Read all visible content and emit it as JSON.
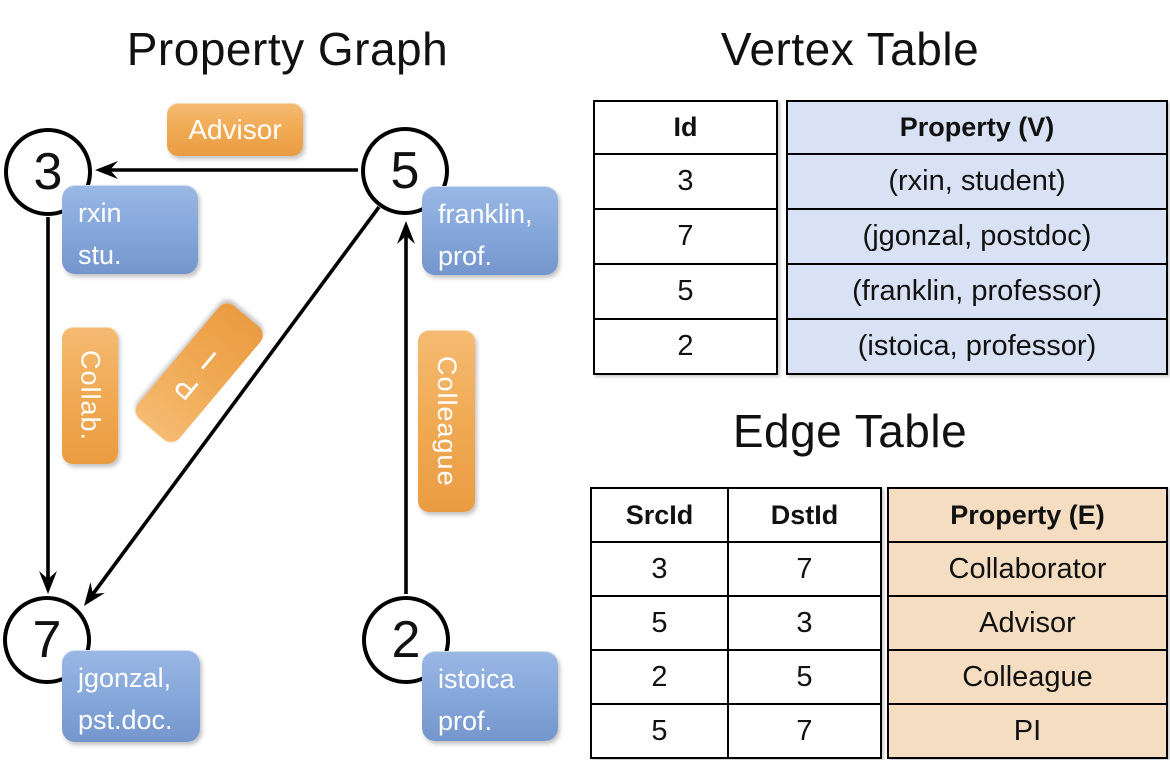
{
  "graph": {
    "title": "Property Graph",
    "nodes": [
      {
        "id": "3",
        "prop_line1": "rxin",
        "prop_line2": "stu."
      },
      {
        "id": "5",
        "prop_line1": "franklin,",
        "prop_line2": "prof."
      },
      {
        "id": "7",
        "prop_line1": "jgonzal,",
        "prop_line2": "pst.doc."
      },
      {
        "id": "2",
        "prop_line1": "istoica",
        "prop_line2": "prof."
      }
    ],
    "edge_labels": {
      "advisor": "Advisor",
      "collab": "Collab.",
      "pi": "PI",
      "colleague": "Colleague"
    }
  },
  "vertex_table": {
    "title": "Vertex Table",
    "columns": {
      "id": "Id",
      "property": "Property (V)"
    },
    "rows": [
      {
        "id": "3",
        "property": "(rxin, student)"
      },
      {
        "id": "7",
        "property": "(jgonzal, postdoc)"
      },
      {
        "id": "5",
        "property": "(franklin, professor)"
      },
      {
        "id": "2",
        "property": "(istoica, professor)"
      }
    ]
  },
  "edge_table": {
    "title": "Edge Table",
    "columns": {
      "src": "SrcId",
      "dst": "DstId",
      "property": "Property (E)"
    },
    "rows": [
      {
        "src": "3",
        "dst": "7",
        "property": "Collaborator"
      },
      {
        "src": "5",
        "dst": "3",
        "property": "Advisor"
      },
      {
        "src": "2",
        "dst": "5",
        "property": "Colleague"
      },
      {
        "src": "5",
        "dst": "7",
        "property": "PI"
      }
    ]
  },
  "colors": {
    "edge_label_orange": "#f0aa54",
    "vertex_label_blue": "#87a9db",
    "vertex_table_property_fill": "#d9e2f4",
    "edge_table_property_fill": "#f5ddc1",
    "line_black": "#000000"
  }
}
